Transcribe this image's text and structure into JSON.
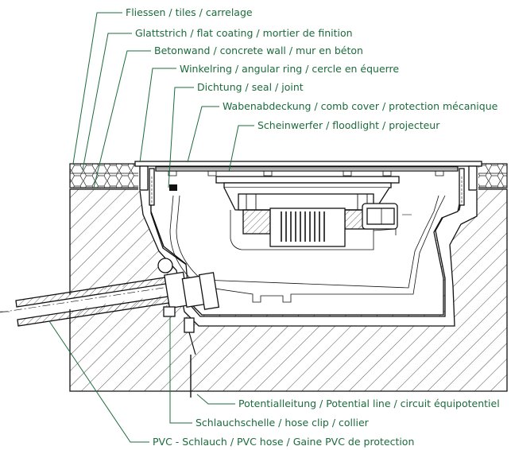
{
  "callouts": {
    "tiles": "Fliessen / tiles / carrelage",
    "flat_coating": "Glattstrich / flat coating / mortier de finition",
    "concrete_wall": "Betonwand / concrete wall / mur en béton",
    "angular_ring": "Winkelring / angular ring / cercle en équerre",
    "seal": "Dichtung / seal / joint",
    "comb_cover": "Wabenabdeckung / comb cover / protection mécanique",
    "floodlight": "Scheinwerfer / floodlight / projecteur",
    "potential_line": "Potentialleitung / Potential line / circuit équipotentiel",
    "hose_clip": "Schlauchschelle / hose clip / collier",
    "pvc_hose": "PVC - Schlauch / PVC hose / Gaine PVC de protection"
  },
  "colors": {
    "callout_text": "#1c6b3c",
    "drawing_line": "#111111"
  }
}
